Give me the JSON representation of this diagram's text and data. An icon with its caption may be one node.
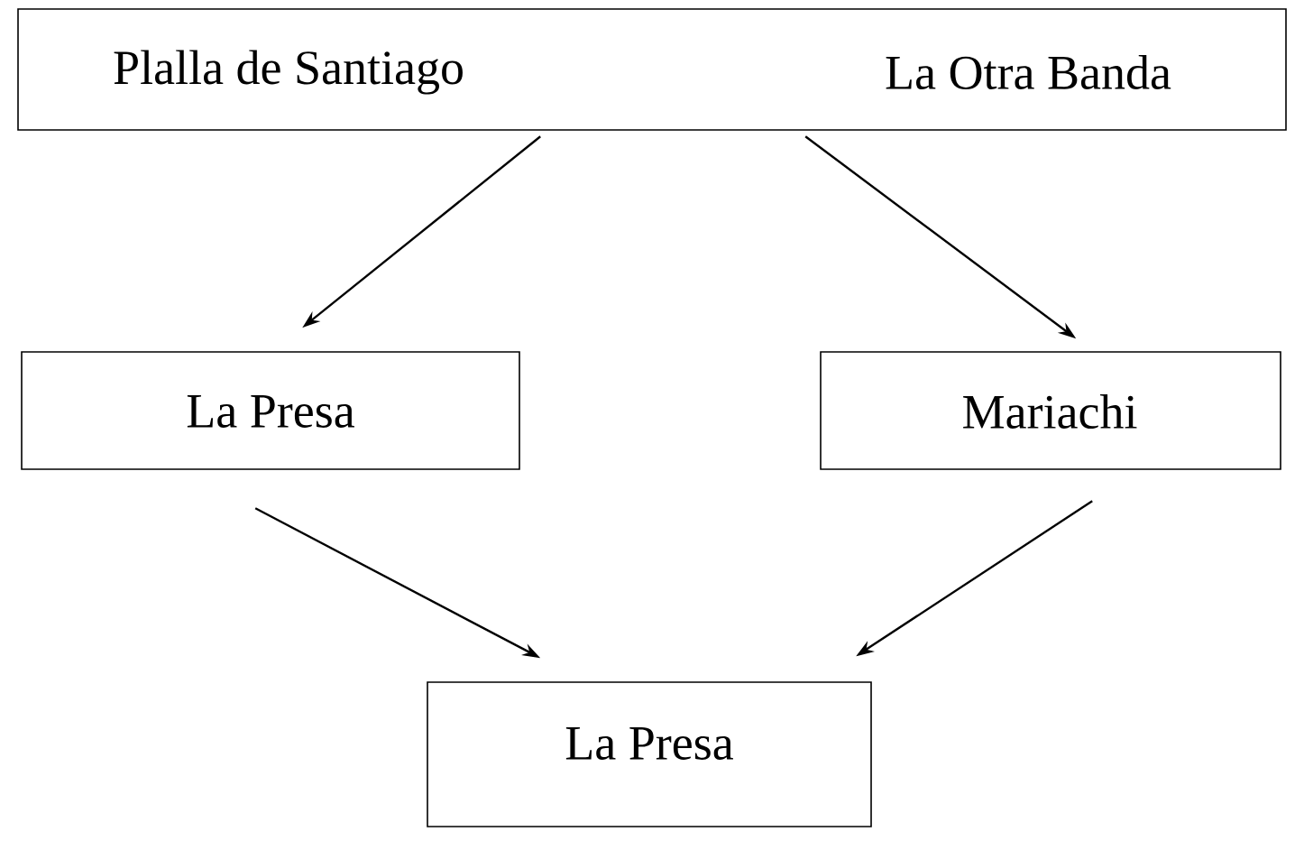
{
  "diagram": {
    "nodes": [
      {
        "text": [
          "Plalla de Santiago",
          "La Otra Banda"
        ]
      },
      {
        "text": [
          "La Presa"
        ]
      },
      {
        "text": [
          "Mariachi"
        ]
      },
      {
        "text": [
          "La Presa"
        ]
      }
    ],
    "edges": [
      {
        "from": 0,
        "to": 1,
        "arrow": "to"
      },
      {
        "from": 0,
        "to": 2,
        "arrow": "to"
      },
      {
        "from": 1,
        "to": 3,
        "arrow": "to"
      },
      {
        "from": 2,
        "to": 3,
        "arrow": "to"
      }
    ]
  }
}
